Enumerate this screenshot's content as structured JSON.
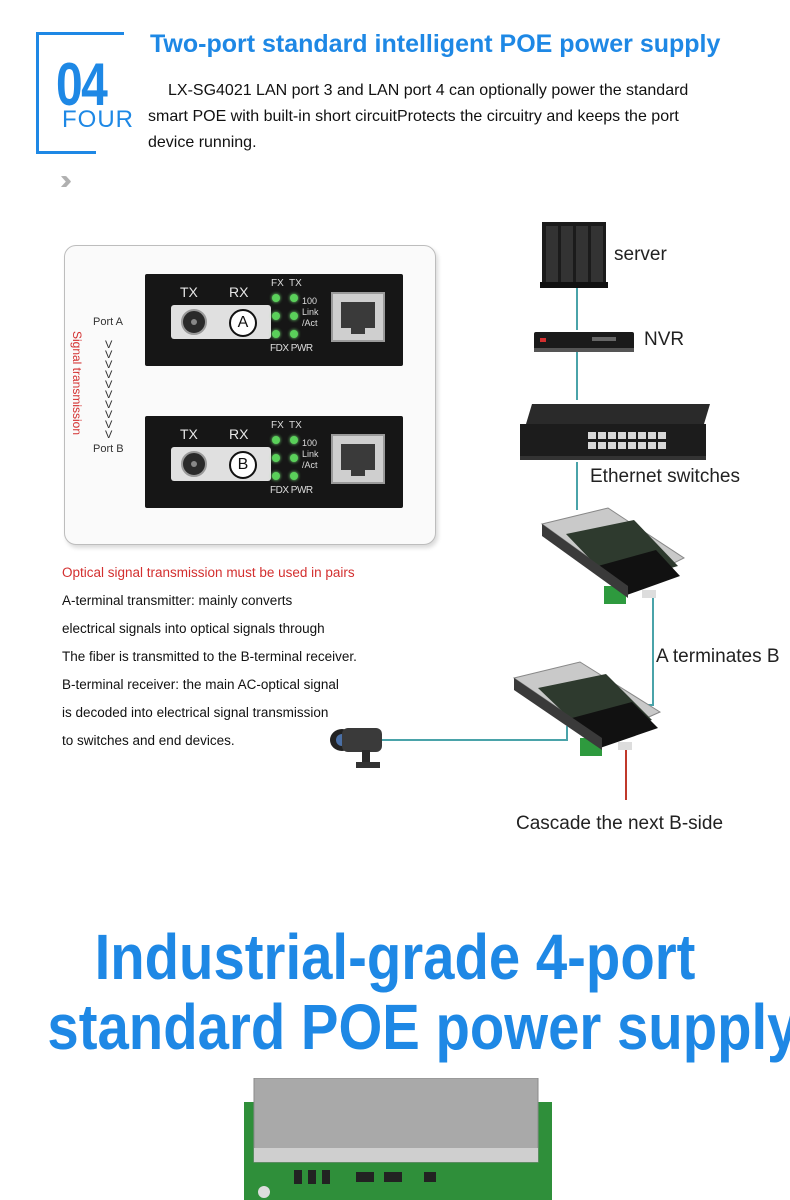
{
  "header": {
    "badge_number": "04",
    "badge_word": "FOUR",
    "title": "Two-port standard intelligent POE power supply",
    "description_line1": "LX-SG4021 LAN port 3 and LAN port 4 can optionally power the standard",
    "description_line2": "smart POE with built-in short circuitProtects the circuitry and keeps the port",
    "description_line3": "device running."
  },
  "converter": {
    "device_a": {
      "tx": "TX",
      "rx": "RX",
      "letter": "A",
      "fx": "FX",
      "ftx": "TX",
      "l100": "100",
      "link": "Link",
      "act": "/Act",
      "fdx_pwr": "FDX PWR"
    },
    "device_b": {
      "tx": "TX",
      "rx": "RX",
      "letter": "B",
      "fx": "FX",
      "ftx": "TX",
      "l100": "100",
      "link": "Link",
      "act": "/Act",
      "fdx_pwr": "FDX PWR"
    },
    "port_a": "Port A",
    "port_b": "Port B",
    "arrows": "V V V V V V V V V V",
    "signal_label": "Signal transmission"
  },
  "notes": [
    "Optical signal transmission must be used in pairs",
    "A-terminal transmitter: mainly converts",
    "electrical signals into optical signals through",
    "The fiber is transmitted to the B-terminal receiver.",
    "B-terminal receiver: the main AC-optical signal",
    "is decoded into electrical signal transmission",
    "to switches and end devices."
  ],
  "diagram": {
    "server": "server",
    "nvr": "NVR",
    "switches": "Ethernet switches",
    "a_to_b": "A terminates B",
    "cascade": "Cascade the next B-side"
  },
  "headline": {
    "line1": "Industrial-grade 4-port",
    "line2": "standard POE power supply"
  },
  "colors": {
    "accent": "#1e88e5",
    "warning": "#d32f2f",
    "link_line": "#4aa3a9"
  }
}
